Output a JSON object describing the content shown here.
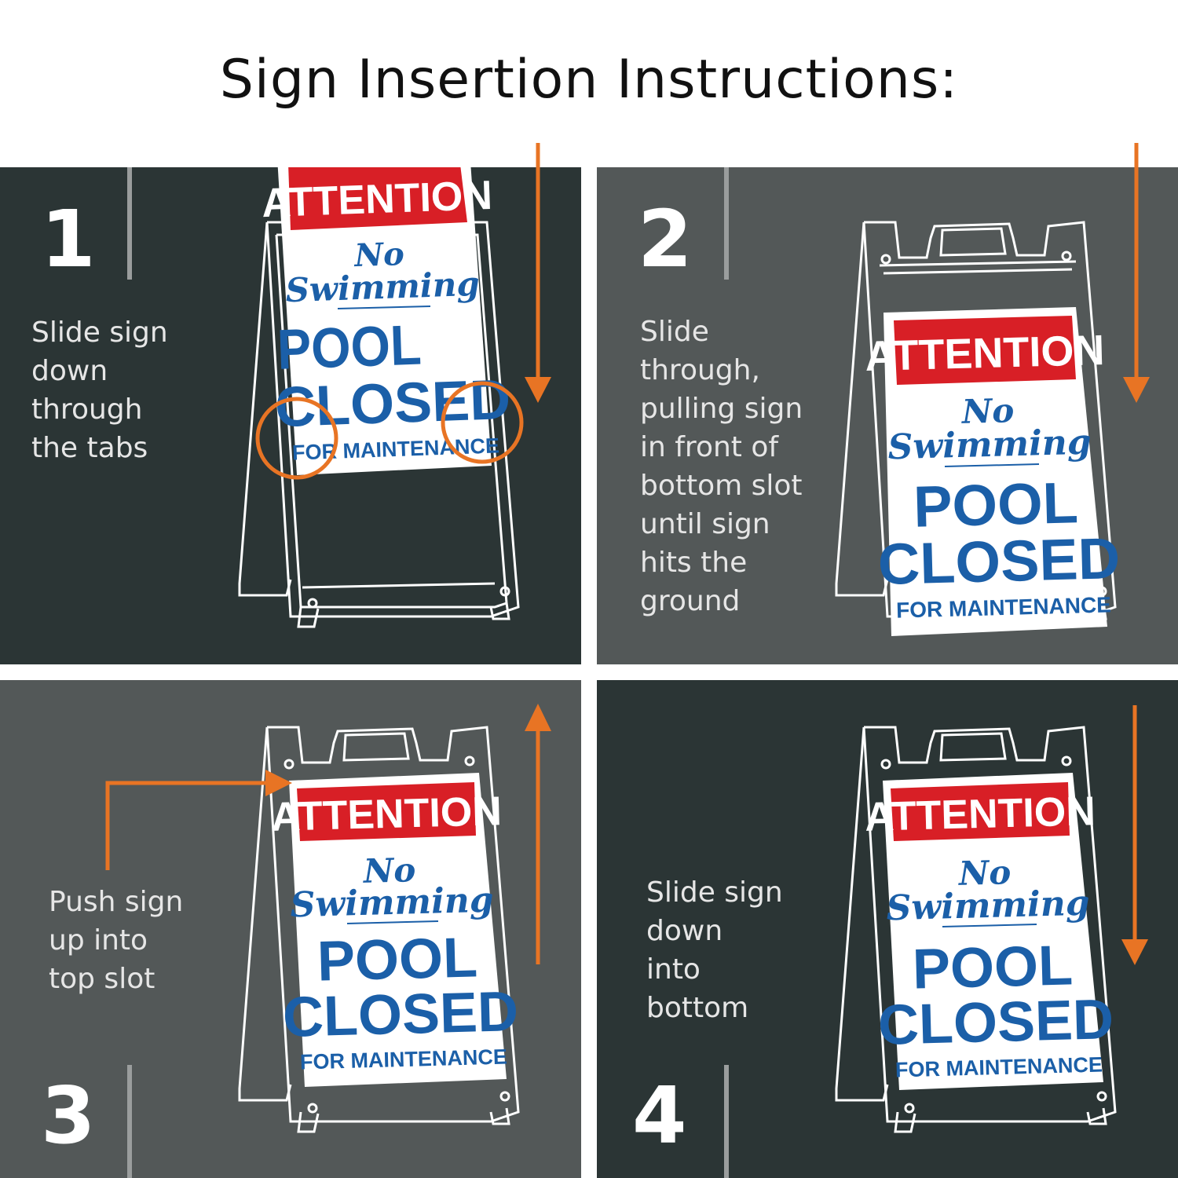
{
  "title": "Sign Insertion Instructions:",
  "colors": {
    "dark_panel": "#2b3535",
    "gray_panel": "#535858",
    "accent_orange": "#e87424",
    "sign_red": "#d81f26",
    "sign_blue": "#1b5fa8"
  },
  "sign": {
    "header": "ATTENTION",
    "line1": "No",
    "line2": "Swimming",
    "line3": "POOL",
    "line4": "CLOSED",
    "line5": "FOR MAINTENANCE"
  },
  "steps": [
    {
      "number": "1",
      "text": "Slide sign\ndown\nthrough\nthe tabs",
      "arrow": "down-arrow-icon"
    },
    {
      "number": "2",
      "text": "Slide\nthrough,\npulling sign\nin front of\nbottom slot\nuntil sign\nhits the\nground",
      "arrow": "down-arrow-icon"
    },
    {
      "number": "3",
      "text": "Push sign\nup into\ntop slot",
      "arrow": "up-arrow-icon"
    },
    {
      "number": "4",
      "text": "Slide sign\ndown\ninto\nbottom",
      "arrow": "down-arrow-icon"
    }
  ]
}
